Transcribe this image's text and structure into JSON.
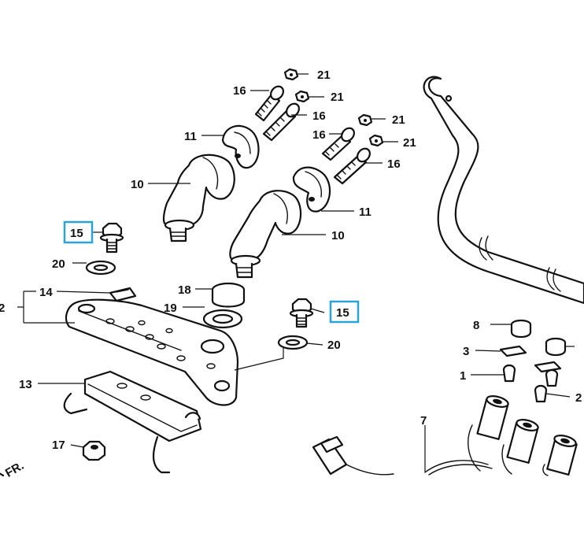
{
  "callouts": {
    "c21a": "21",
    "c21b": "21",
    "c21c": "21",
    "c21d": "21",
    "c16a": "16",
    "c16b": "16",
    "c16c": "16",
    "c16d": "16",
    "c11a": "11",
    "c11b": "11",
    "c10a": "10",
    "c10b": "10",
    "c15a": "15",
    "c15b": "15",
    "c20a": "20",
    "c20b": "20",
    "c18": "18",
    "c19": "19",
    "c14": "14",
    "c2": "2",
    "c13": "13",
    "c17": "17",
    "c8": "8",
    "c3": "3",
    "c1": "1",
    "c7": "7",
    "c2b": "2"
  },
  "front_marker": "FR.",
  "colors": {
    "line": "#111111",
    "highlight": "#2aa3d6",
    "background": "#ffffff"
  },
  "highlighted_parts": [
    "15"
  ]
}
